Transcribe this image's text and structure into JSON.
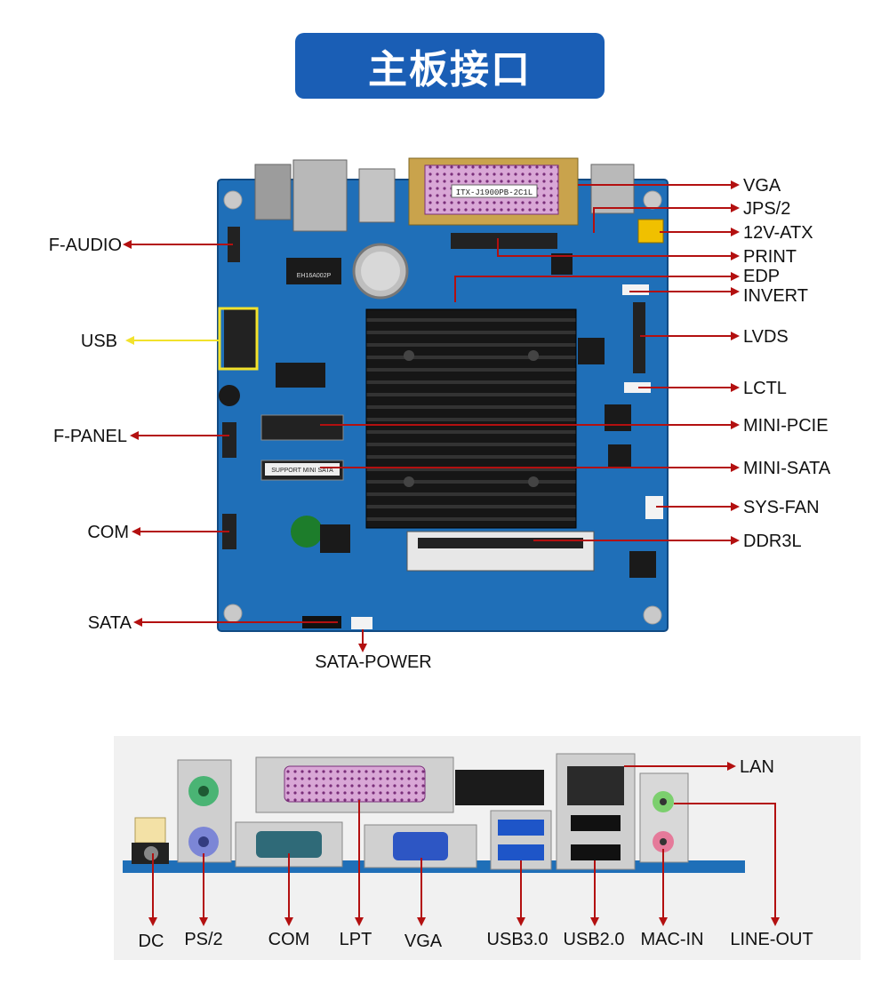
{
  "title": "主板接口",
  "board": {
    "model_text": "ITX-J1900PB-2C1L",
    "chip_text": "EH16A002P",
    "mini_sata_text": "SUPPORT MINI SATA"
  },
  "top_labels": {
    "right": [
      "VGA",
      "JPS/2",
      "12V-ATX",
      "PRINT",
      "EDP",
      "INVERT",
      "LVDS",
      "LCTL",
      "MINI-PCIE",
      "MINI-SATA",
      "SYS-FAN",
      "DDR3L"
    ],
    "left": [
      "F-AUDIO",
      "USB",
      "F-PANEL",
      "COM",
      "SATA"
    ],
    "bottom": "SATA-POWER"
  },
  "io_labels": {
    "right": "LAN",
    "bottom": [
      "DC",
      "PS/2",
      "COM",
      "LPT",
      "VGA",
      "USB3.0",
      "USB2.0",
      "MAC-IN",
      "LINE-OUT"
    ]
  },
  "colors": {
    "banner": "#1a5eb5",
    "arrow": "#b31010",
    "usb_highlight": "#f2e22c",
    "pcb": "#1f6fb8",
    "heatsink": "#1b1b1b"
  }
}
